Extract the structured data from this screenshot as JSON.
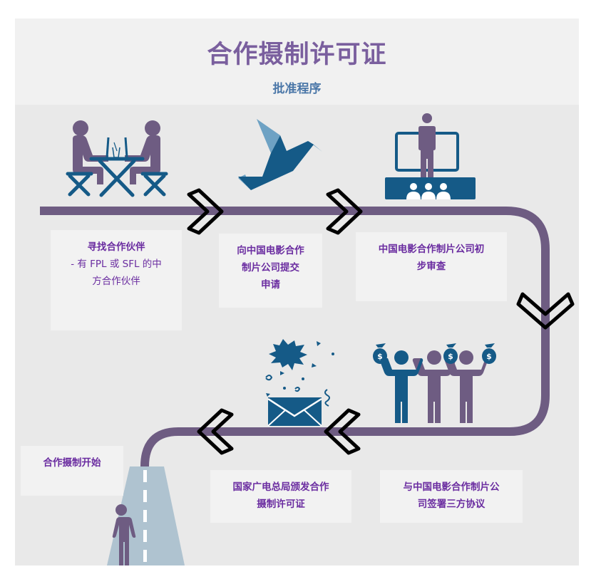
{
  "header": {
    "title": "合作摄制许可证",
    "subtitle": "批准程序"
  },
  "colors": {
    "title": "#7a5f9e",
    "subtitle": "#4b77a8",
    "track": "#6e5c82",
    "icon_blue": "#155a87",
    "icon_light_blue": "#6ea2c4",
    "icon_purple": "#6e5c82",
    "road": "#afc3d0",
    "step_text": "#6a2ca0"
  },
  "steps": [
    {
      "id": 1,
      "title": "寻找合作伙伴",
      "detail_line1": "- 有 FPL 或 SFL 的中",
      "detail_line2": "方合作伙伴",
      "icon": "meeting-at-table-icon"
    },
    {
      "id": 2,
      "line1": "向中国电影合作",
      "line2": "制片公司提交",
      "line3": "申请",
      "icon": "origami-bird-icon"
    },
    {
      "id": 3,
      "line1": "中国电影合作制片公司初",
      "line2": "步审查",
      "icon": "presentation-icon"
    },
    {
      "id": 4,
      "line1": "与中国电影合作制片公",
      "line2": "司签署三方协议",
      "icon": "celebrating-people-money-icon"
    },
    {
      "id": 5,
      "line1": "国家广电总局颁发合作",
      "line2": "摄制许可证",
      "icon": "envelope-confetti-icon"
    },
    {
      "id": 6,
      "line1": "合作摄制开始",
      "icon": "road-walker-icon"
    }
  ],
  "flow_arrows": [
    "chevron-right-icon",
    "chevron-right-icon",
    "chevron-down-icon",
    "chevron-left-icon",
    "chevron-left-icon"
  ]
}
